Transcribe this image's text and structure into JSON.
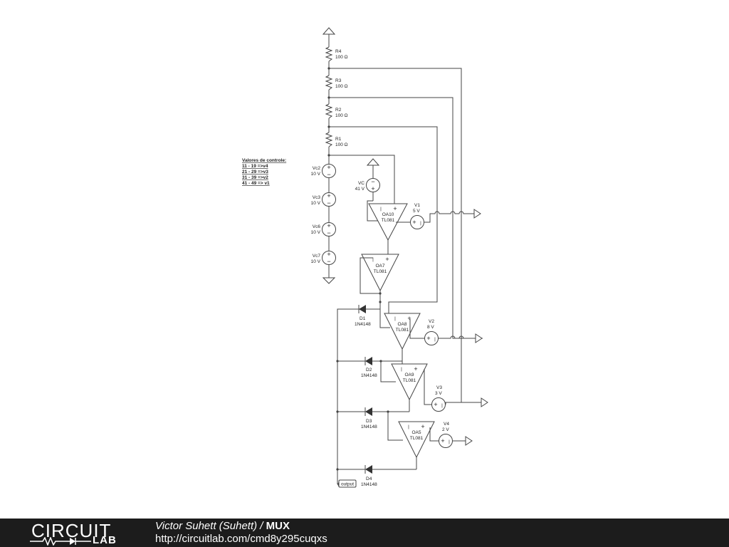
{
  "components": {
    "R4": {
      "ref": "R4",
      "value": "100 Ω"
    },
    "R3": {
      "ref": "R3",
      "value": "100 Ω"
    },
    "R2": {
      "ref": "R2",
      "value": "100 Ω"
    },
    "R1": {
      "ref": "R1",
      "value": "100 Ω"
    },
    "Vc2": {
      "ref": "Vc2",
      "value": "10 V"
    },
    "Vc3": {
      "ref": "Vc3",
      "value": "10 V"
    },
    "Vc6": {
      "ref": "Vc6",
      "value": "10 V"
    },
    "Vc7": {
      "ref": "Vc7",
      "value": "10 V"
    },
    "VC": {
      "ref": "VC",
      "value": "41 V"
    },
    "V1": {
      "ref": "V1",
      "value": "5 V"
    },
    "V2": {
      "ref": "V2",
      "value": "8 V"
    },
    "V3": {
      "ref": "V3",
      "value": "3 V"
    },
    "V4": {
      "ref": "V4",
      "value": "2 V"
    },
    "OA10": {
      "ref": "OA10",
      "part": "TL081"
    },
    "OA7": {
      "ref": "OA7",
      "part": "TL081"
    },
    "OA8": {
      "ref": "OA8",
      "part": "TL081"
    },
    "OA9": {
      "ref": "OA9",
      "part": "TL081"
    },
    "OA5": {
      "ref": "OA5",
      "part": "TL081"
    },
    "D1": {
      "ref": "D1",
      "part": "1N4148"
    },
    "D2": {
      "ref": "D2",
      "part": "1N4148"
    },
    "D3": {
      "ref": "D3",
      "part": "1N4148"
    },
    "D4": {
      "ref": "D4",
      "part": "1N4148"
    }
  },
  "signs": {
    "plus": "+",
    "minus": "−",
    "bar": "|"
  },
  "output_label": "output",
  "notes": [
    "Valores de controle:",
    "11 - 19 =>v4",
    "21 - 29 =>v3",
    "31 - 39 =>v2",
    "41 - 49 => v1"
  ],
  "footer": {
    "logo_top": "CIRCUIT",
    "logo_bottom": "LAB",
    "author": "Victor Suhett (Suhett)",
    "separator": " / ",
    "title": "MUX",
    "url": "http://circuitlab.com/cmd8y295cuqxs"
  }
}
